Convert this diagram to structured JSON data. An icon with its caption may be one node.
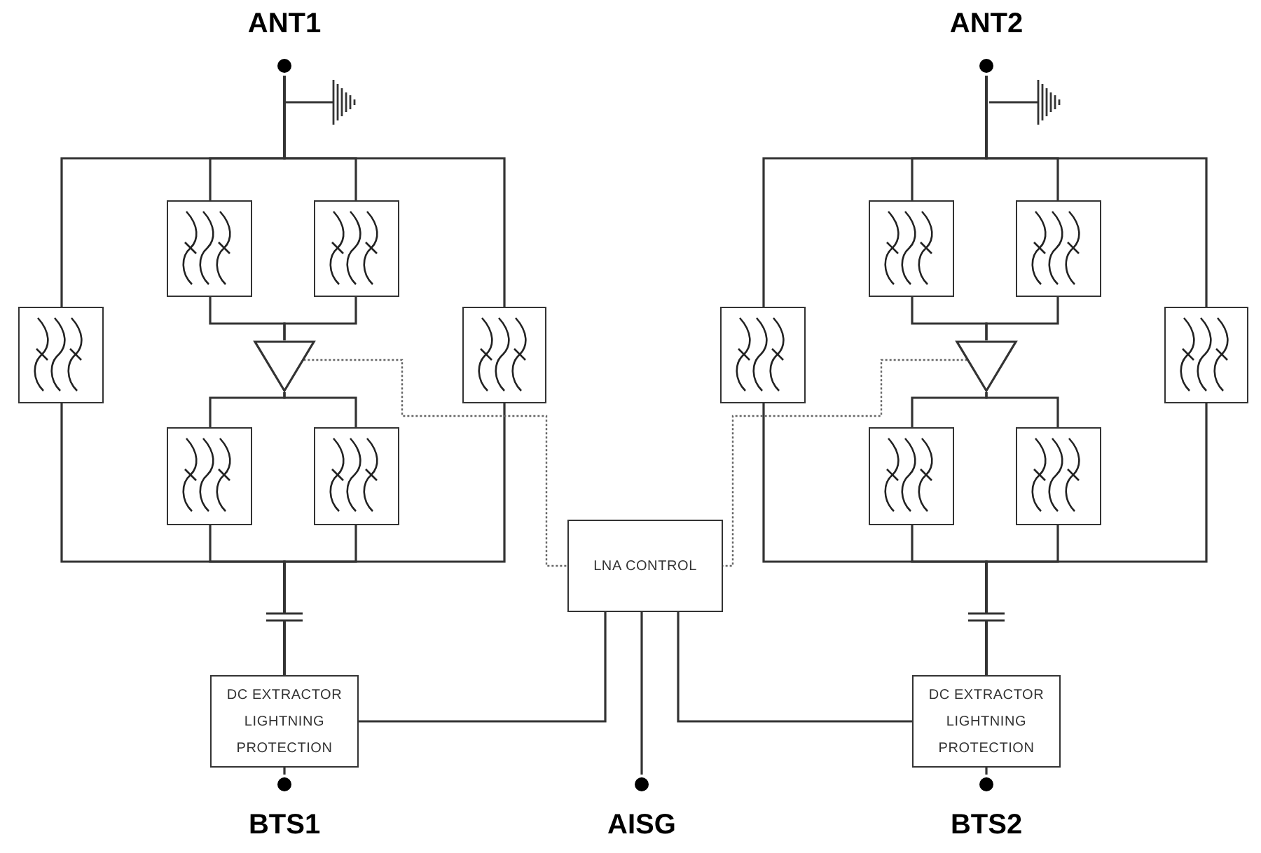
{
  "diagram": {
    "nodes": [
      {
        "text": [
          "ANT1"
        ]
      },
      {
        "text": [
          "ANT2"
        ]
      },
      {
        "text": [],
        "shape": "box"
      },
      {
        "text": [],
        "shape": "box"
      },
      {
        "text": [],
        "shape": "box"
      },
      {
        "text": [],
        "shape": "box"
      },
      {
        "text": [],
        "shape": "box"
      },
      {
        "text": [],
        "shape": "triangle"
      },
      {
        "text": [],
        "shape": "box"
      },
      {
        "text": [],
        "shape": "box"
      },
      {
        "text": [],
        "shape": "triangle"
      },
      {
        "text": [],
        "shape": "box"
      },
      {
        "text": [],
        "shape": "box"
      },
      {
        "text": [],
        "shape": "box"
      },
      {
        "text": [],
        "shape": "box"
      },
      {
        "text": [],
        "shape": "box"
      },
      {
        "text": [
          "LNA CONTROL"
        ]
      },
      {
        "text": [
          "DC EXTRACTOR LIGHTNING PROTECTION"
        ]
      },
      {
        "text": [
          "DC EXTRACTOR LIGHTNING PROTECTION"
        ]
      },
      {
        "text": [
          "BTS1"
        ]
      },
      {
        "text": [
          "AISG"
        ]
      },
      {
        "text": [
          "BTS2"
        ]
      }
    ],
    "edges": [
      {
        "from": 0,
        "to": 2,
        "arrow": "none"
      },
      {
        "from": 0,
        "to": 3,
        "arrow": "none"
      },
      {
        "from": 0,
        "to": 6,
        "arrow": "none"
      },
      {
        "from": 0,
        "to": 8,
        "arrow": "none"
      },
      {
        "from": 2,
        "to": 7,
        "arrow": "none"
      },
      {
        "from": 3,
        "to": 7,
        "arrow": "none"
      },
      {
        "from": 7,
        "to": 12,
        "arrow": "none"
      },
      {
        "from": 7,
        "to": 13,
        "arrow": "none"
      },
      {
        "from": 6,
        "to": 17,
        "arrow": "none"
      },
      {
        "from": 12,
        "to": 17,
        "arrow": "none"
      },
      {
        "from": 13,
        "to": 17,
        "arrow": "none"
      },
      {
        "from": 8,
        "to": 17,
        "arrow": "none"
      },
      {
        "from": 1,
        "to": 4,
        "arrow": "none"
      },
      {
        "from": 1,
        "to": 5,
        "arrow": "none"
      },
      {
        "from": 1,
        "to": 9,
        "arrow": "none"
      },
      {
        "from": 1,
        "to": 11,
        "arrow": "none"
      },
      {
        "from": 4,
        "to": 10,
        "arrow": "none"
      },
      {
        "from": 5,
        "to": 10,
        "arrow": "none"
      },
      {
        "from": 10,
        "to": 14,
        "arrow": "none"
      },
      {
        "from": 10,
        "to": 15,
        "arrow": "none"
      },
      {
        "from": 9,
        "to": 18,
        "arrow": "none"
      },
      {
        "from": 14,
        "to": 18,
        "arrow": "none"
      },
      {
        "from": 15,
        "to": 18,
        "arrow": "none"
      },
      {
        "from": 11,
        "to": 18,
        "arrow": "none"
      },
      {
        "from": 7,
        "to": 16,
        "arrow": "none",
        "style": "dashed"
      },
      {
        "from": 10,
        "to": 16,
        "arrow": "none",
        "style": "dashed"
      },
      {
        "from": 16,
        "to": 17,
        "arrow": "none"
      },
      {
        "from": 16,
        "to": 20,
        "arrow": "none"
      },
      {
        "from": 16,
        "to": 18,
        "arrow": "none"
      },
      {
        "from": 17,
        "to": 19,
        "arrow": "none"
      },
      {
        "from": 18,
        "to": 21,
        "arrow": "none"
      }
    ]
  }
}
